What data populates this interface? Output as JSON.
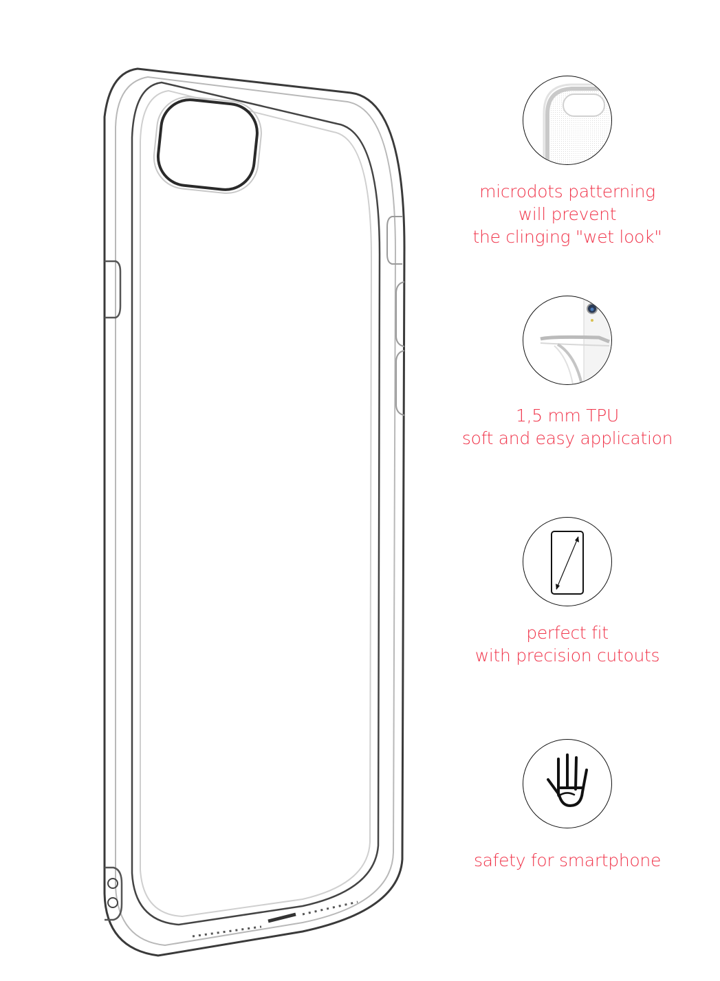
{
  "product": {
    "name": "clear-tpu-phone-case",
    "icon": "phone-case-image"
  },
  "features": [
    {
      "icon": "microdots-corner-icon",
      "lines": [
        "microdots patterning",
        "will prevent",
        "the clinging \"wet look\""
      ]
    },
    {
      "icon": "flexible-case-icon",
      "lines": [
        "1,5 mm TPU",
        "soft and easy application"
      ]
    },
    {
      "icon": "phone-diagonal-fit-icon",
      "lines": [
        "perfect fit",
        "with precision cutouts"
      ]
    },
    {
      "icon": "hand-icon",
      "lines": [
        "safety for smartphone"
      ]
    }
  ],
  "colors": {
    "caption": "#f0344a",
    "icon_stroke": "#111111",
    "background": "#ffffff"
  }
}
